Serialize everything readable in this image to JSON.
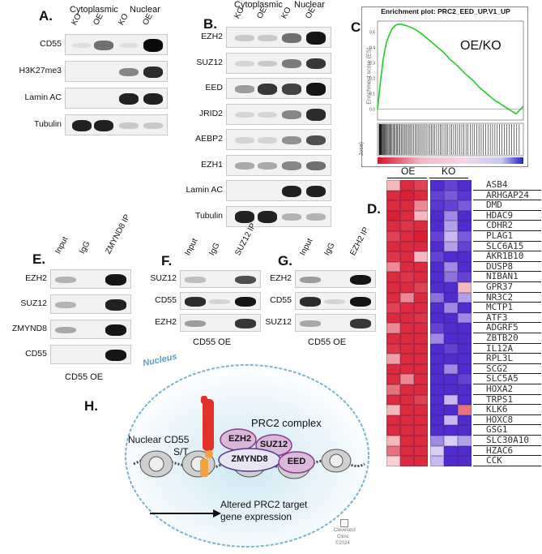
{
  "panelA": {
    "label": "A.",
    "header_cyto": "Cytoplasmic",
    "header_nuc": "Nuclear",
    "lanes": [
      "KO",
      "OE",
      "KO",
      "OE"
    ],
    "rows": [
      {
        "name": "CD55",
        "bands": [
          0.05,
          0.55,
          0.05,
          1.0
        ]
      },
      {
        "name": "H3K27me3",
        "bands": [
          0.0,
          0.0,
          0.45,
          0.85
        ]
      },
      {
        "name": "Lamin AC",
        "bands": [
          0.0,
          0.0,
          0.9,
          0.9
        ]
      },
      {
        "name": "Tubulin",
        "bands": [
          0.9,
          0.9,
          0.15,
          0.15
        ]
      }
    ]
  },
  "panelB": {
    "label": "B.",
    "header_cyto": "Cytoplasmic",
    "header_nuc": "Nuclear",
    "lanes": [
      "KO",
      "OE",
      "KO",
      "OE"
    ],
    "rows": [
      {
        "name": "EZH2",
        "bands": [
          0.15,
          0.15,
          0.55,
          0.95
        ]
      },
      {
        "name": "SUZ12",
        "bands": [
          0.1,
          0.15,
          0.5,
          0.8
        ]
      },
      {
        "name": "EED",
        "bands": [
          0.35,
          0.8,
          0.75,
          0.95
        ]
      },
      {
        "name": "JRID2",
        "bands": [
          0.1,
          0.1,
          0.45,
          0.85
        ]
      },
      {
        "name": "AEBP2",
        "bands": [
          0.1,
          0.1,
          0.4,
          0.7
        ]
      },
      {
        "name": "EZH1",
        "bands": [
          0.3,
          0.3,
          0.45,
          0.55
        ]
      },
      {
        "name": "Lamin AC",
        "bands": [
          0.0,
          0.0,
          0.9,
          0.9
        ]
      },
      {
        "name": "Tubulin",
        "bands": [
          0.9,
          0.9,
          0.25,
          0.25
        ]
      }
    ]
  },
  "panelC": {
    "label": "C",
    "title": "Enrichment plot: PRC2_EED_UP.V1_UP",
    "ylabel": "Enrichment score (ES)",
    "annotation": "OE/KO",
    "side_label": "Jose)",
    "line_color": "#22cc22"
  },
  "chart_data": {
    "type": "line",
    "title": "Enrichment plot: PRC2_EED_UP.V1_UP",
    "xlabel": "",
    "ylabel": "Enrichment score (ES)",
    "yticks": [
      "0.5",
      "0.4",
      "0.3",
      "0.2",
      "0.1",
      "0.0"
    ],
    "ylim": [
      -0.07,
      0.57
    ],
    "xlim": [
      0,
      1
    ],
    "x": [
      0.0,
      0.02,
      0.04,
      0.06,
      0.08,
      0.1,
      0.12,
      0.14,
      0.16,
      0.18,
      0.2,
      0.25,
      0.3,
      0.35,
      0.4,
      0.45,
      0.5,
      0.55,
      0.6,
      0.65,
      0.7,
      0.75,
      0.8,
      0.85,
      0.9,
      0.95,
      0.98,
      1.0
    ],
    "values": [
      0.0,
      0.18,
      0.33,
      0.43,
      0.48,
      0.52,
      0.54,
      0.55,
      0.55,
      0.545,
      0.54,
      0.52,
      0.49,
      0.45,
      0.41,
      0.37,
      0.32,
      0.28,
      0.23,
      0.19,
      0.14,
      0.1,
      0.06,
      0.03,
      0.0,
      -0.03,
      0.0,
      0.02
    ],
    "grid": false
  },
  "panelD": {
    "label": "D.",
    "group_oe": "OE",
    "group_ko": "KO",
    "genes": [
      "ASB4",
      "ARHGAP24",
      "DMD",
      "HDAC9",
      "CDHR2",
      "PLAG1",
      "SLC6A15",
      "AKR1B10",
      "DUSP8",
      "NIBAN1",
      "GPR37",
      "NR3C2",
      "MCTP1",
      "ATF3",
      "ADGRF5",
      "ZBTB20",
      "IL12A",
      "RPL3L",
      "SCG2",
      "SLC5A5",
      "HOXA2",
      "TRPS1",
      "KLK6",
      "HOXC8",
      "GSG1",
      "SLC30A10",
      "HZAC6",
      "CCK"
    ],
    "matrix": [
      [
        0.3,
        0.9,
        0.8,
        -0.9,
        -0.8,
        -0.9
      ],
      [
        0.9,
        0.95,
        0.9,
        -0.8,
        -0.7,
        -0.85
      ],
      [
        0.9,
        0.9,
        0.5,
        -0.85,
        -0.8,
        -0.7
      ],
      [
        0.95,
        0.9,
        0.3,
        -0.9,
        -0.5,
        -0.9
      ],
      [
        0.9,
        0.85,
        0.9,
        -0.9,
        -0.4,
        -0.9
      ],
      [
        0.8,
        0.9,
        0.95,
        -0.8,
        -0.3,
        -0.7
      ],
      [
        0.9,
        0.9,
        0.9,
        -0.9,
        -0.4,
        -0.8
      ],
      [
        0.85,
        0.9,
        0.3,
        -0.8,
        -0.9,
        -0.9
      ],
      [
        0.5,
        0.9,
        0.9,
        -0.9,
        -0.5,
        -0.9
      ],
      [
        0.9,
        0.85,
        0.9,
        -0.9,
        -0.6,
        -0.8
      ],
      [
        0.9,
        0.9,
        0.8,
        -0.9,
        -0.9,
        0.3
      ],
      [
        0.9,
        0.5,
        0.9,
        -0.6,
        -0.9,
        -0.4
      ],
      [
        0.8,
        0.9,
        0.9,
        -0.9,
        -0.5,
        -0.9
      ],
      [
        0.9,
        0.9,
        0.85,
        -0.9,
        -0.9,
        -0.5
      ],
      [
        0.5,
        0.9,
        0.9,
        -0.8,
        -0.9,
        -0.9
      ],
      [
        0.9,
        0.9,
        0.9,
        -0.5,
        -0.9,
        -0.9
      ],
      [
        0.85,
        0.9,
        0.9,
        -0.9,
        -0.8,
        -0.9
      ],
      [
        0.4,
        0.9,
        0.9,
        -0.9,
        -0.9,
        -0.9
      ],
      [
        0.9,
        0.9,
        0.9,
        -0.9,
        -0.5,
        -0.9
      ],
      [
        0.9,
        0.5,
        0.9,
        -0.9,
        -0.9,
        -0.8
      ],
      [
        0.6,
        0.9,
        0.9,
        -0.9,
        -0.9,
        -0.9
      ],
      [
        0.9,
        0.9,
        0.8,
        -0.9,
        -0.3,
        -0.9
      ],
      [
        0.3,
        0.9,
        0.9,
        -0.9,
        -0.9,
        0.6
      ],
      [
        0.9,
        0.9,
        0.9,
        -0.9,
        -0.3,
        -0.9
      ],
      [
        0.9,
        0.9,
        0.9,
        -0.9,
        -0.9,
        -0.9
      ],
      [
        0.3,
        0.9,
        0.9,
        -0.5,
        -0.2,
        -0.4
      ],
      [
        0.6,
        0.9,
        0.9,
        -0.2,
        -0.9,
        -0.9
      ],
      [
        0.2,
        0.9,
        0.9,
        -0.3,
        -0.9,
        -0.9
      ]
    ]
  },
  "panelE": {
    "label": "E.",
    "lanes": [
      "Input",
      "IgG",
      "ZMYND8 IP"
    ],
    "rows": [
      {
        "name": "EZH2",
        "bands": [
          0.25,
          0.0,
          0.95
        ]
      },
      {
        "name": "SUZ12",
        "bands": [
          0.25,
          0.0,
          0.9
        ]
      },
      {
        "name": "ZMYND8",
        "bands": [
          0.3,
          0.0,
          0.95
        ]
      },
      {
        "name": "CD55",
        "bands": [
          0.0,
          0.0,
          0.95
        ]
      }
    ],
    "caption": "CD55 OE"
  },
  "panelF": {
    "label": "F.",
    "lanes": [
      "Input",
      "IgG",
      "SUZ12 IP"
    ],
    "rows": [
      {
        "name": "SUZ12",
        "bands": [
          0.2,
          0.0,
          0.7
        ]
      },
      {
        "name": "CD55",
        "bands": [
          0.85,
          0.1,
          0.95
        ]
      },
      {
        "name": "EZH2",
        "bands": [
          0.35,
          0.0,
          0.8
        ]
      }
    ],
    "caption": "CD55 OE"
  },
  "panelG": {
    "label": "G.",
    "lanes": [
      "Input",
      "IgG",
      "EZH2 IP"
    ],
    "rows": [
      {
        "name": "EZH2",
        "bands": [
          0.35,
          0.0,
          0.95
        ]
      },
      {
        "name": "CD55",
        "bands": [
          0.85,
          0.1,
          0.95
        ]
      },
      {
        "name": "SUZ12",
        "bands": [
          0.3,
          0.0,
          0.8
        ]
      }
    ],
    "caption": "CD55 OE"
  },
  "panelH": {
    "label": "H.",
    "nucleus": "Nucleus",
    "complex_label": "PRC2 complex",
    "ezh2": "EZH2",
    "suz12": "SUZ12",
    "zmynd8": "ZMYND8",
    "eed": "EED",
    "cd55_label": "Nuclear CD55",
    "st_label": "S/T",
    "outcome_line1": "Altered PRC2 target",
    "outcome_line2": "gene expression",
    "credit_line1": "Cleveland",
    "credit_line2": "Clinic",
    "credit_line3": "©2024"
  }
}
